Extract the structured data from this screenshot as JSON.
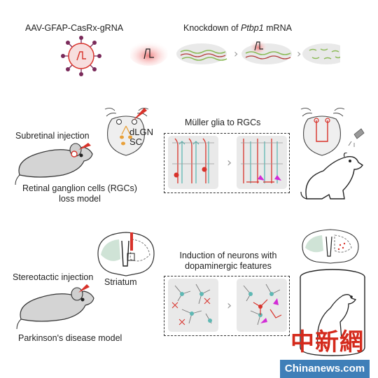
{
  "top": {
    "vector_label": "AAV-GFAP-CasRx-gRNA",
    "knockdown_prefix": "Knockdown of ",
    "knockdown_gene": "Ptbp1",
    "knockdown_suffix": " mRNA"
  },
  "middle": {
    "injection_label": "Subretinal injection",
    "model_label_line1": "Retinal ganglion cells (RGCs)",
    "model_label_line2": "loss model",
    "brain_label_1": "dLGN",
    "brain_label_2": "SC",
    "box_title": "Müller glia to RGCs"
  },
  "bottom": {
    "injection_label": "Stereotactic injection",
    "region_label": "Striatum",
    "model_label": "Parkinson's disease model",
    "box_title_line1": "Induction of neurons with",
    "box_title_line2": "dopaminergic features"
  },
  "watermark": {
    "seal_text": "中新網",
    "site_text": "Chinanews.com"
  },
  "colors": {
    "red": "#d8322a",
    "cyan": "#5fb8b4",
    "green": "#8dbb5a",
    "mint": "#cfe3d6",
    "magenta": "#d22bd6"
  }
}
